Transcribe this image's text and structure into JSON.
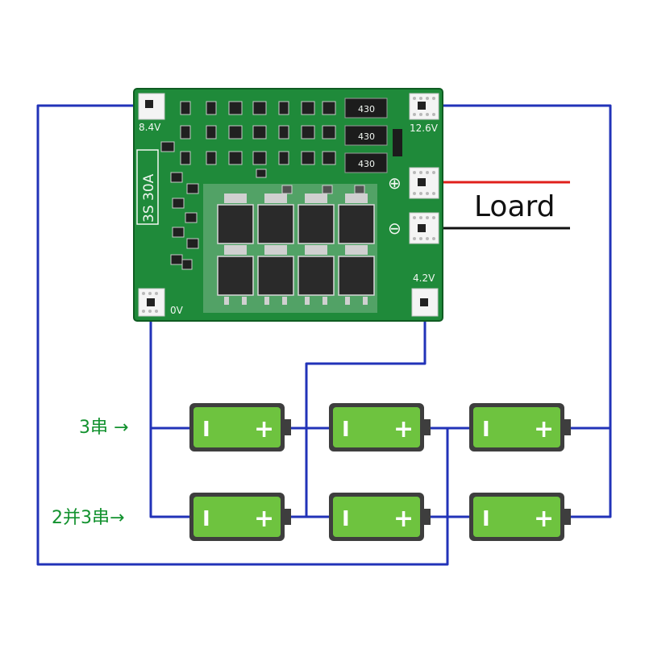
{
  "board": {
    "model_label": "3S 30A",
    "pad_8v4": "8.4V",
    "pad_12v6": "12.6V",
    "pad_0v": "0V",
    "pad_4v2": "4.2V",
    "plus_symbol": "⊕",
    "minus_symbol": "⊖",
    "resistor_code": "430",
    "pcb_color": "#1f8a3a"
  },
  "load": {
    "label": "Loard",
    "positive_wire_color": "#e0201b",
    "negative_wire_color": "#111111"
  },
  "rows": [
    {
      "label": "3串 →"
    },
    {
      "label": "2并3串→"
    }
  ],
  "battery": {
    "minus_glyph": "I",
    "plus_glyph": "+",
    "body_color": "#6ec33f",
    "frame_color": "#3e3e3e"
  },
  "wire_color": "#2233b8"
}
